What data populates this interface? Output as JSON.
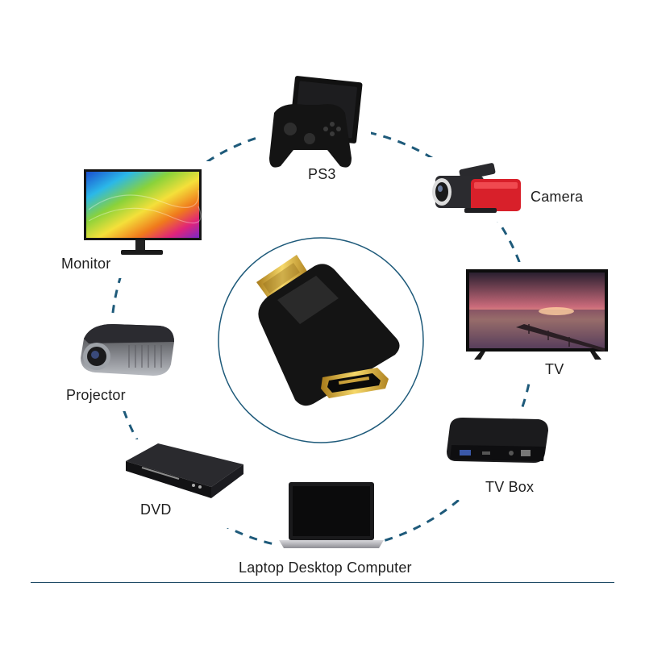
{
  "devices": {
    "ps3": {
      "label": "PS3",
      "icon": "game-console-icon"
    },
    "camera": {
      "label": "Camera",
      "icon": "camcorder-icon"
    },
    "tv": {
      "label": "TV",
      "icon": "television-icon"
    },
    "tv_box": {
      "label": "TV Box",
      "icon": "tv-box-icon"
    },
    "laptop": {
      "label": "Laptop Desktop Computer",
      "icon": "laptop-icon"
    },
    "dvd": {
      "label": "DVD",
      "icon": "dvd-player-icon"
    },
    "projector": {
      "label": "Projector",
      "icon": "projector-icon"
    },
    "monitor": {
      "label": "Monitor",
      "icon": "monitor-icon"
    }
  },
  "center": {
    "icon": "hdmi-adapter-icon"
  },
  "colors": {
    "dash": "#1e5a7a",
    "ring": "#1e5a7a",
    "gold": "#d4a838",
    "accent_red": "#d8202a"
  }
}
